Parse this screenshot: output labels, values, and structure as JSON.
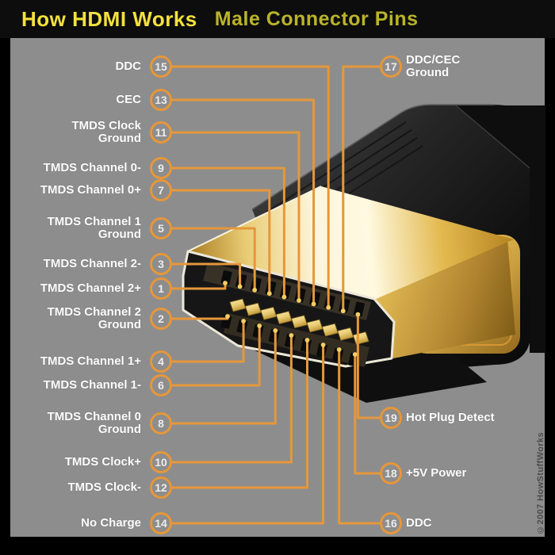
{
  "title": {
    "main": "How HDMI Works",
    "sub": "Male Connector Pins"
  },
  "copyright": "©2007 HowStuffWorks",
  "colors": {
    "accent_orange": "#e6973a",
    "background_gray": "#8d8d8d",
    "frame_black": "#0d0d0d",
    "title_main_yellow": "#f2e13c",
    "title_sub_yellow": "#c9c22e",
    "label_white": "#fdfdfd",
    "connector_gold": "#f3d97c",
    "body_black": "#1a1a1a"
  },
  "pins": {
    "left": [
      {
        "pin": "15",
        "label": "DDC",
        "label2": ""
      },
      {
        "pin": "13",
        "label": "CEC",
        "label2": ""
      },
      {
        "pin": "11",
        "label": "TMDS Clock",
        "label2": "Ground"
      },
      {
        "pin": "9",
        "label": "TMDS Channel 0-",
        "label2": ""
      },
      {
        "pin": "7",
        "label": "TMDS Channel 0+",
        "label2": ""
      },
      {
        "pin": "5",
        "label": "TMDS Channel 1",
        "label2": "Ground"
      },
      {
        "pin": "3",
        "label": "TMDS Channel 2-",
        "label2": ""
      },
      {
        "pin": "1",
        "label": "TMDS Channel 2+",
        "label2": ""
      },
      {
        "pin": "2",
        "label": "TMDS Channel 2",
        "label2": "Ground"
      },
      {
        "pin": "4",
        "label": "TMDS Channel 1+",
        "label2": ""
      },
      {
        "pin": "6",
        "label": "TMDS Channel 1-",
        "label2": ""
      },
      {
        "pin": "8",
        "label": "TMDS Channel 0",
        "label2": "Ground"
      },
      {
        "pin": "10",
        "label": "TMDS Clock+",
        "label2": ""
      },
      {
        "pin": "12",
        "label": "TMDS Clock-",
        "label2": ""
      },
      {
        "pin": "14",
        "label": "No Charge",
        "label2": ""
      }
    ],
    "right": [
      {
        "pin": "17",
        "label": "DDC/CEC",
        "label2": "Ground"
      },
      {
        "pin": "19",
        "label": "Hot Plug Detect",
        "label2": ""
      },
      {
        "pin": "18",
        "label": "+5V Power",
        "label2": ""
      },
      {
        "pin": "16",
        "label": "DDC",
        "label2": ""
      }
    ]
  }
}
